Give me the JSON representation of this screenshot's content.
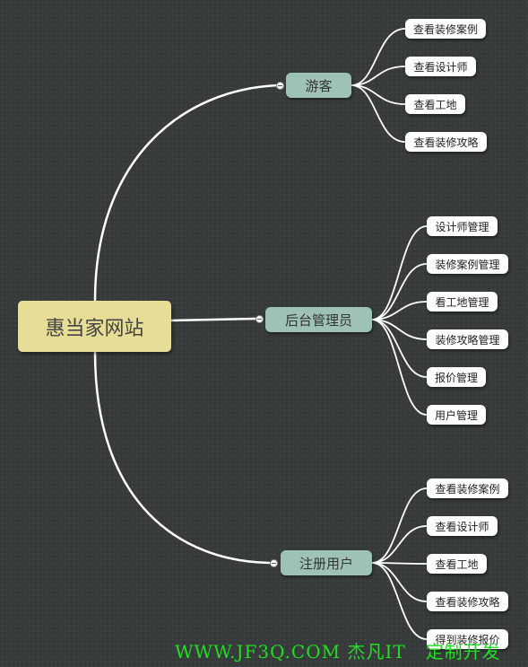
{
  "root": {
    "label": "惠当家网站"
  },
  "branches": [
    {
      "label": "游客",
      "leaves": [
        "查看装修案例",
        "查看设计师",
        "查看工地",
        "查看装修攻略"
      ]
    },
    {
      "label": "后台管理员",
      "leaves": [
        "设计师管理",
        "装修案例管理",
        "看工地管理",
        "装修攻略管理",
        "报价管理",
        "用户管理"
      ]
    },
    {
      "label": "注册用户",
      "leaves": [
        "查看装修案例",
        "查看设计师",
        "查看工地",
        "查看装修攻略",
        "得到装修报价"
      ]
    }
  ],
  "watermark": {
    "site": "WWW.JF3Q.COM 杰凡IT",
    "tag": "定制开发"
  },
  "colors": {
    "background": "#363a3b",
    "root_fill": "#e6dd96",
    "branch_fill": "#9fc2b8",
    "leaf_fill": "#ffffff",
    "connector": "#ffffff",
    "watermark": "#22dd22"
  }
}
